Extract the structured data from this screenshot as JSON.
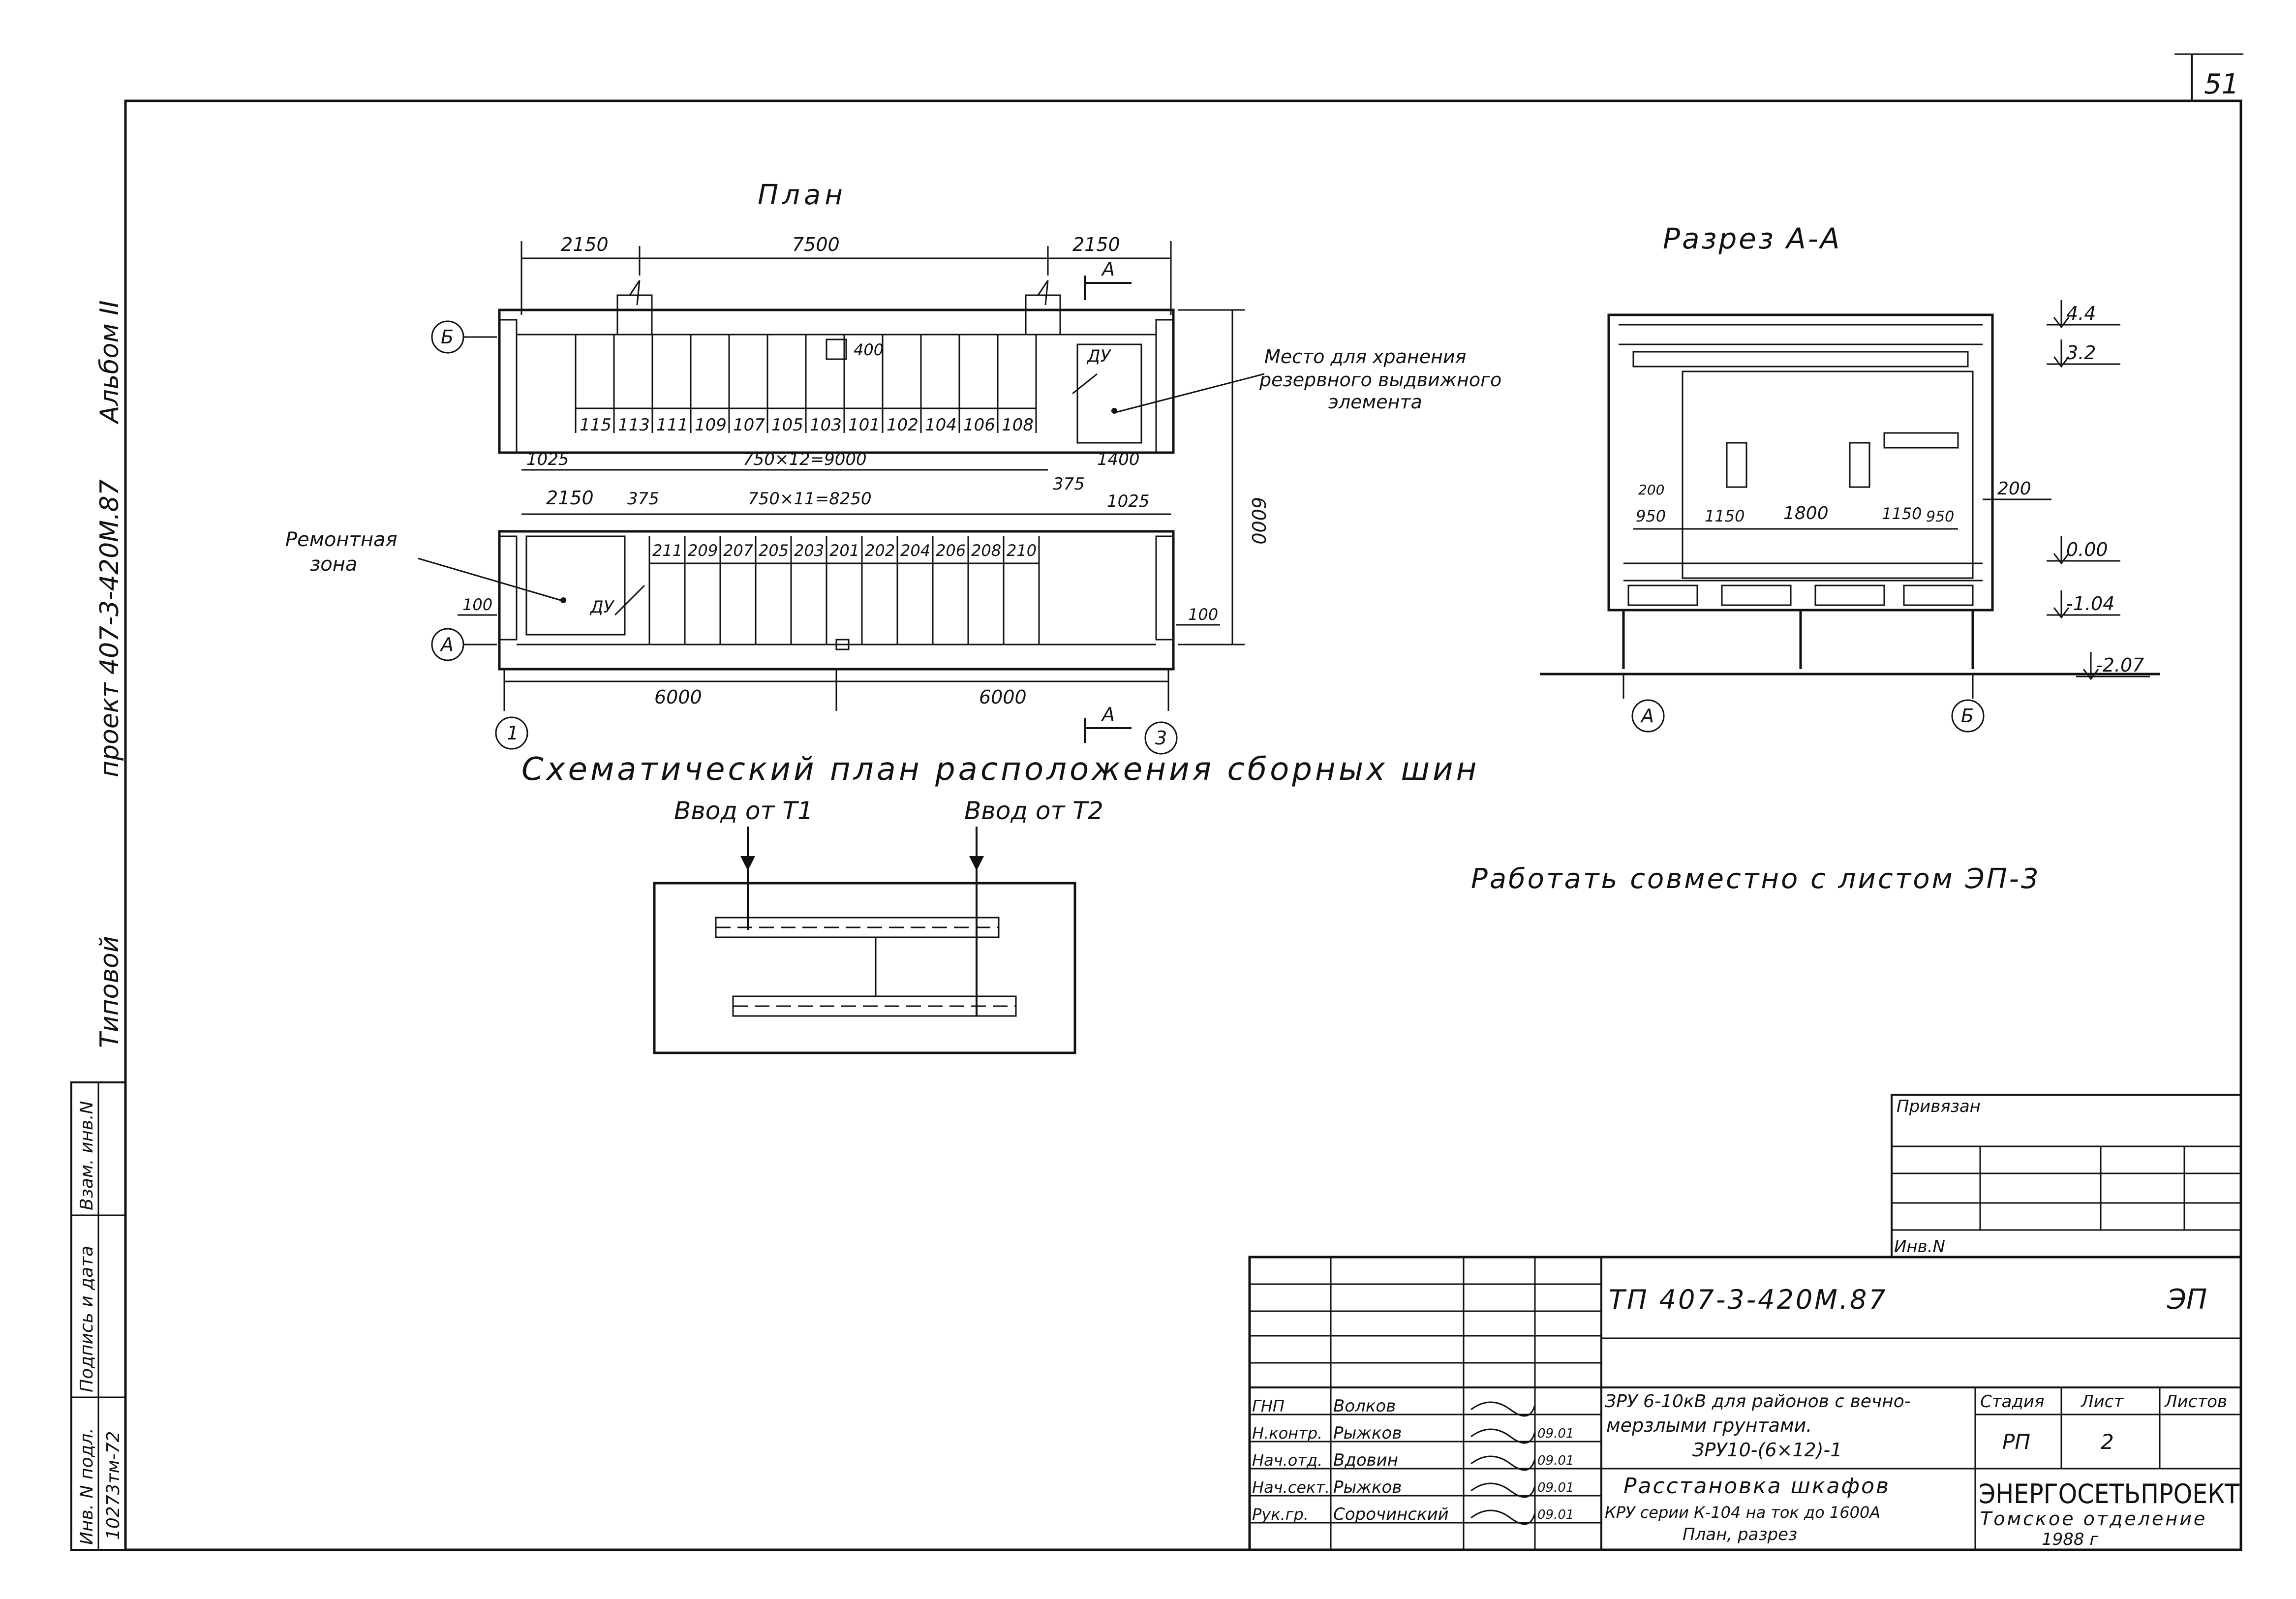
{
  "sheet": {
    "sheet_number": "51",
    "side_labels": {
      "album": "Альбом II",
      "project": "проект 407-3-420М.87",
      "typical": "Типовой"
    },
    "left_stamp": {
      "inv_label": "Инв. N подл.",
      "sign_label": "Подпись и дата",
      "replace_label": "Взам. инв.N",
      "inv_value": "10273тм-72"
    }
  },
  "plan": {
    "title": "План",
    "dims_top": [
      "2150",
      "7500",
      "2150"
    ],
    "axis_rows": [
      "Б",
      "А"
    ],
    "axis_cols": [
      "1",
      "3"
    ],
    "row_b_cells": [
      "115",
      "113",
      "111",
      "109",
      "107",
      "105",
      "103",
      "101",
      "102",
      "104",
      "106",
      "108"
    ],
    "row_a_cells": [
      "211",
      "209",
      "207",
      "205",
      "203",
      "201",
      "202",
      "204",
      "206",
      "208",
      "210"
    ],
    "dim_400": "400",
    "dim_1025_top": "1025",
    "dim_row_b": "750×12=9000",
    "dim_1400": "1400",
    "dim_375_a": "375",
    "dims_mid": [
      "2150",
      "375",
      "750×11=8250",
      "1025"
    ],
    "dim_100_left": "100",
    "dim_100_right": "100",
    "dim_total_height": "6000",
    "dims_bottom": [
      "6000",
      "6000"
    ],
    "section_mark": "А",
    "du_label": "ДУ",
    "callout_storage": [
      "Место для хранения",
      "резервного выдвижного",
      "элемента"
    ],
    "callout_repair": [
      "Ремонтная",
      "зона"
    ]
  },
  "section": {
    "title": "Разрез А-А",
    "levels": [
      "4.4",
      "3.2",
      "0.00",
      "-1.04",
      "-2.07"
    ],
    "dims": [
      "950",
      "1150",
      "1800",
      "1150",
      "950",
      "200",
      "200"
    ],
    "axes": [
      "А",
      "Б"
    ]
  },
  "busbar": {
    "title": "Схематический план расположения сборных шин",
    "input_t1": "Ввод от Т1",
    "input_t2": "Ввод от Т2"
  },
  "note": "Работать совместно с листом ЭП-3",
  "title_block": {
    "privyazan": "Привязан",
    "inv_n": "Инв.N",
    "code": "ТП 407-3-420М.87",
    "mark": "ЭП",
    "people": [
      {
        "role": "ГНП",
        "name": "Волков",
        "date": ""
      },
      {
        "role": "Н.контр.",
        "name": "Рыжков",
        "date": "09.01"
      },
      {
        "role": "Нач.отд.",
        "name": "Вдовин",
        "date": "09.01"
      },
      {
        "role": "Нач.сект.",
        "name": "Рыжков",
        "date": "09.01"
      },
      {
        "role": "Рук.гр.",
        "name": "Сорочинский",
        "date": "09.01"
      }
    ],
    "object_lines": [
      "ЗРУ 6-10кВ для районов с вечно-",
      "мерзлыми грунтами.",
      "ЗРУ10-(6×12)-1"
    ],
    "drawing_lines": [
      "Расстановка шкафов",
      "КРУ серии К-104 на ток до 1600А",
      "План, разрез"
    ],
    "stage_header": "Стадия",
    "sheet_header": "Лист",
    "sheets_header": "Листов",
    "stage": "РП",
    "sheet": "2",
    "org": "ЭНЕРГОСЕТЬПРОЕКТ",
    "org_branch": "Томское отделение",
    "year": "1988 г"
  }
}
